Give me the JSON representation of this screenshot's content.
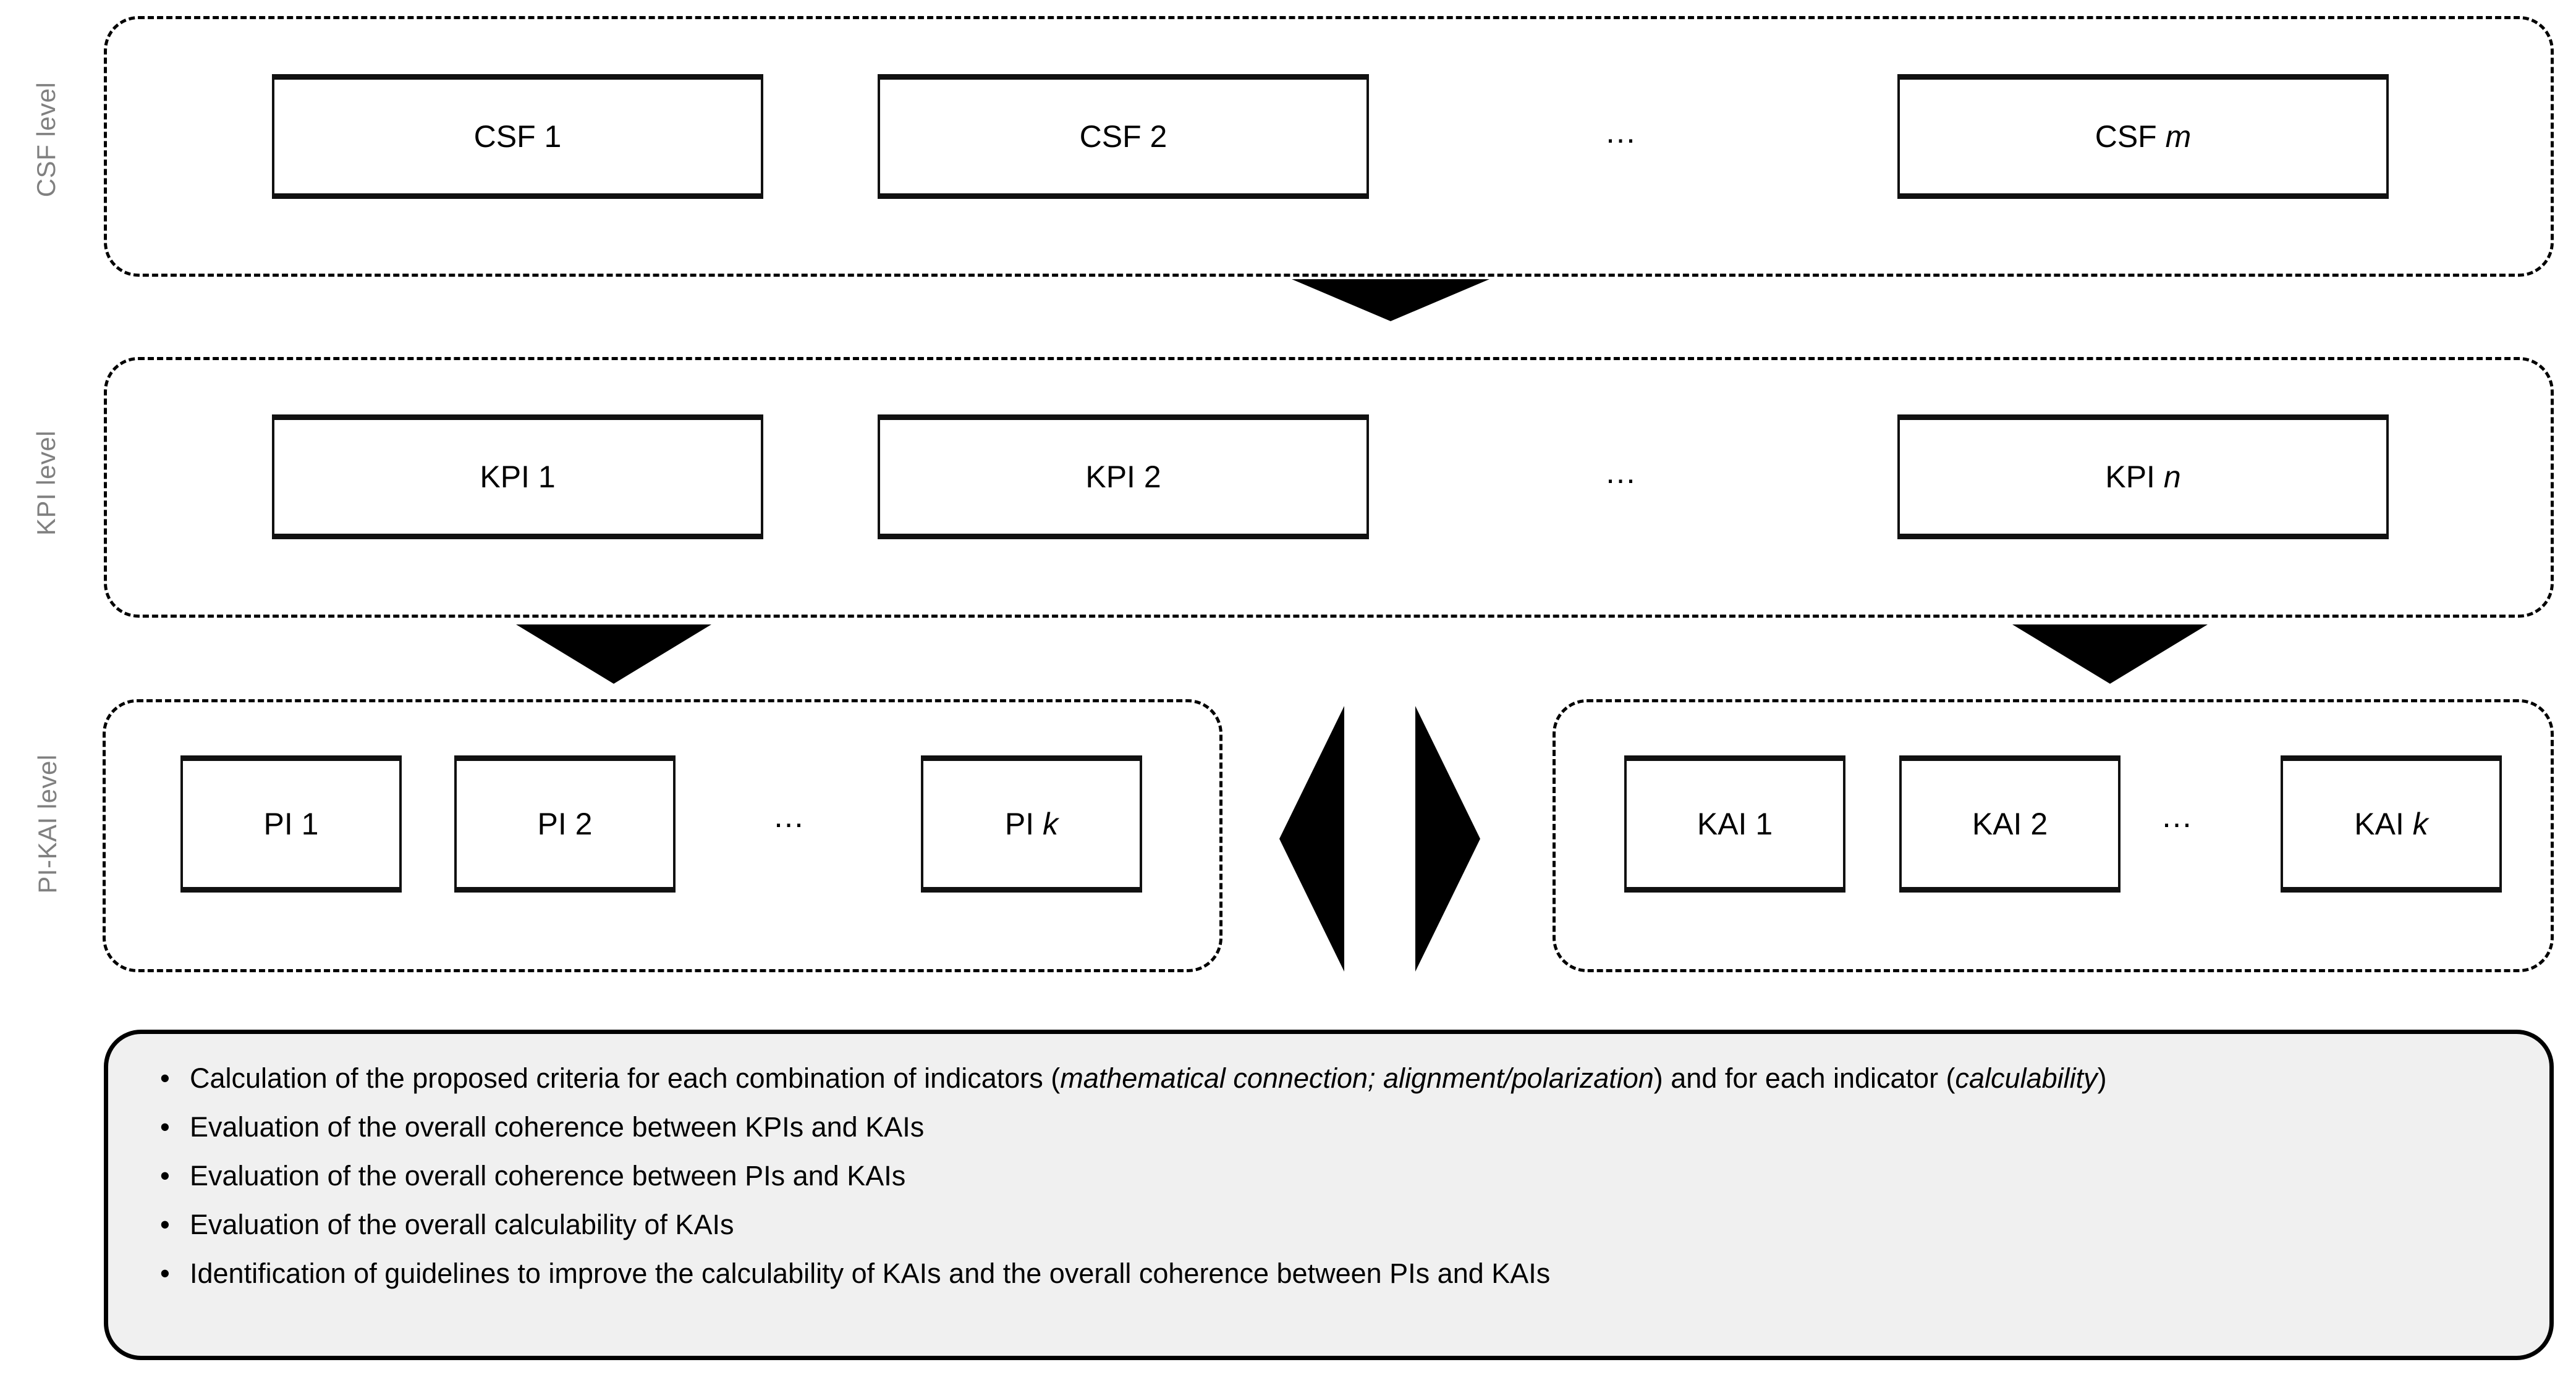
{
  "levels": [
    {
      "id": "csf",
      "label": "CSF level"
    },
    {
      "id": "kpi",
      "label": "KPI level"
    },
    {
      "id": "pikai",
      "label": "PI-KAI level"
    }
  ],
  "csf_row": {
    "boxes": [
      {
        "prefix": "CSF ",
        "suffix": "1",
        "italic": false
      },
      {
        "prefix": "CSF ",
        "suffix": "2",
        "italic": false
      },
      {
        "prefix": "CSF ",
        "suffix": "m",
        "italic": true
      }
    ],
    "ellipsis": "…"
  },
  "kpi_row": {
    "boxes": [
      {
        "prefix": "KPI ",
        "suffix": "1",
        "italic": false
      },
      {
        "prefix": "KPI ",
        "suffix": "2",
        "italic": false
      },
      {
        "prefix": "KPI ",
        "suffix": "n",
        "italic": true
      }
    ],
    "ellipsis": "…"
  },
  "pi_group": {
    "boxes": [
      {
        "prefix": "PI ",
        "suffix": "1",
        "italic": false
      },
      {
        "prefix": "PI ",
        "suffix": "2",
        "italic": false
      },
      {
        "prefix": "PI ",
        "suffix": "k",
        "italic": true
      }
    ],
    "ellipsis": "…"
  },
  "kai_group": {
    "boxes": [
      {
        "prefix": "KAI ",
        "suffix": "1",
        "italic": false
      },
      {
        "prefix": "KAI ",
        "suffix": "2",
        "italic": false
      },
      {
        "prefix": "KAI ",
        "suffix": "k",
        "italic": true
      }
    ],
    "ellipsis": "…"
  },
  "connectors": {
    "csf_to_kpi": "down-arrow",
    "kpi_to_pi": "down-arrow",
    "kpi_to_kai": "down-arrow",
    "pi_kai_link": "double-headed-horizontal-arrow"
  },
  "summary": {
    "bullets": [
      {
        "segments": [
          {
            "text": "Calculation of the proposed criteria for each combination of indicators (",
            "italic": false
          },
          {
            "text": "mathematical connection; alignment/polarization",
            "italic": true
          },
          {
            "text": ") and for each indicator (",
            "italic": false
          },
          {
            "text": "calculability",
            "italic": true
          },
          {
            "text": ")",
            "italic": false
          }
        ]
      },
      {
        "segments": [
          {
            "text": "Evaluation of the overall coherence between KPIs and KAIs",
            "italic": false
          }
        ]
      },
      {
        "segments": [
          {
            "text": "Evaluation of the overall coherence between PIs and KAIs",
            "italic": false
          }
        ]
      },
      {
        "segments": [
          {
            "text": "Evaluation of the overall calculability of KAIs",
            "italic": false
          }
        ]
      },
      {
        "segments": [
          {
            "text": "Identification of guidelines to improve the calculability of KAIs and the overall coherence between PIs and KAIs",
            "italic": false
          }
        ]
      }
    ]
  },
  "colors": {
    "level_label": "#808080",
    "outline": "#000000",
    "box_fill": "#ffffff",
    "summary_fill": "#f0f0f0",
    "arrow": "#000000"
  }
}
